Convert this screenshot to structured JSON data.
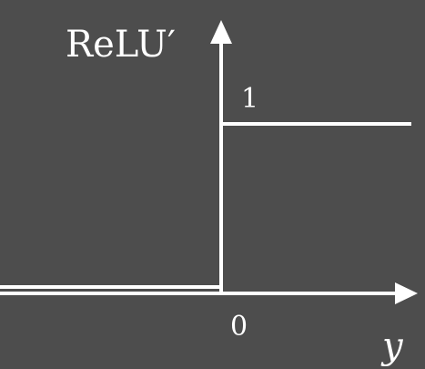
{
  "chart_data": {
    "type": "line",
    "title": "",
    "ylabel": "ReLU′",
    "xlabel": "y",
    "x_range": [
      -1,
      1
    ],
    "y_range": [
      0,
      1
    ],
    "tick_labels": {
      "origin": "0",
      "y_one": "1"
    },
    "series": [
      {
        "x": [
          -1,
          0,
          0,
          1
        ],
        "y": [
          0,
          0,
          1,
          1
        ]
      }
    ],
    "grid": false,
    "legend": "none"
  },
  "colors": {
    "background": "#4d4d4d",
    "ink": "#ffffff"
  }
}
